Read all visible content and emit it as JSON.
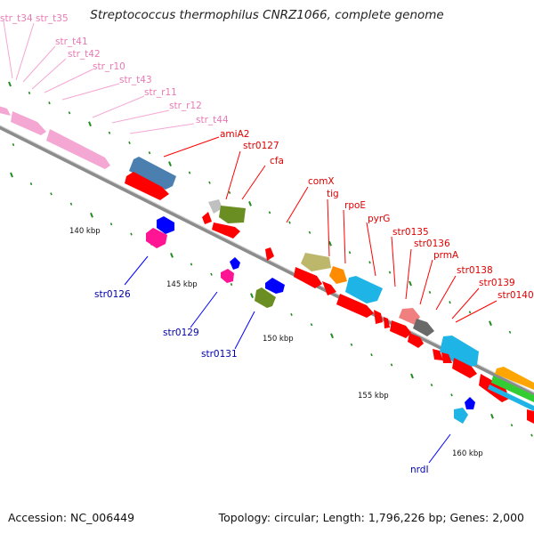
{
  "title": "Streptococcus thermophilus CNRZ1066, complete genome",
  "footer": {
    "accession": "Accession: NC_006449",
    "topology": "Topology: circular; Length: 1,796,226 bp; Genes: 2,000"
  },
  "colors": {
    "background": "#ffffff",
    "backbone": "#8c8c8c",
    "rna_label": "#e87ab4",
    "forward_label": "#e00000",
    "reverse_label": "#0000aa",
    "tick": "#228b22",
    "callout_forward": "#ff0000",
    "callout_reverse": "#0000ff"
  },
  "scale_labels": [
    {
      "label": "140 kbp"
    },
    {
      "label": "145 kbp"
    },
    {
      "label": "150 kbp"
    },
    {
      "label": "155 kbp"
    },
    {
      "label": "160 kbp"
    }
  ],
  "rna_labels": [
    "str_t34",
    "str_t35",
    "str_t41",
    "str_t42",
    "str_r10",
    "str_t43",
    "str_r11",
    "str_r12",
    "str_t44"
  ],
  "forward_labels": [
    "amiA2",
    "str0127",
    "cfa",
    "comX",
    "tig",
    "rpoE",
    "pyrG",
    "str0135",
    "str0136",
    "prmA",
    "str0138",
    "str0139",
    "str0140"
  ],
  "reverse_labels": [
    "str0126",
    "str0129",
    "str0131",
    "nrdI"
  ],
  "feature_legend_colors": [
    "#f4a7d3",
    "#4a7fb0",
    "#ff0000",
    "#0000ff",
    "#ff1493",
    "#c0c0c0",
    "#6b8e23",
    "#bdb76b",
    "#ff8c00",
    "#1eb4e6",
    "#f08080",
    "#696969",
    "#32cd32",
    "#ffa500"
  ]
}
